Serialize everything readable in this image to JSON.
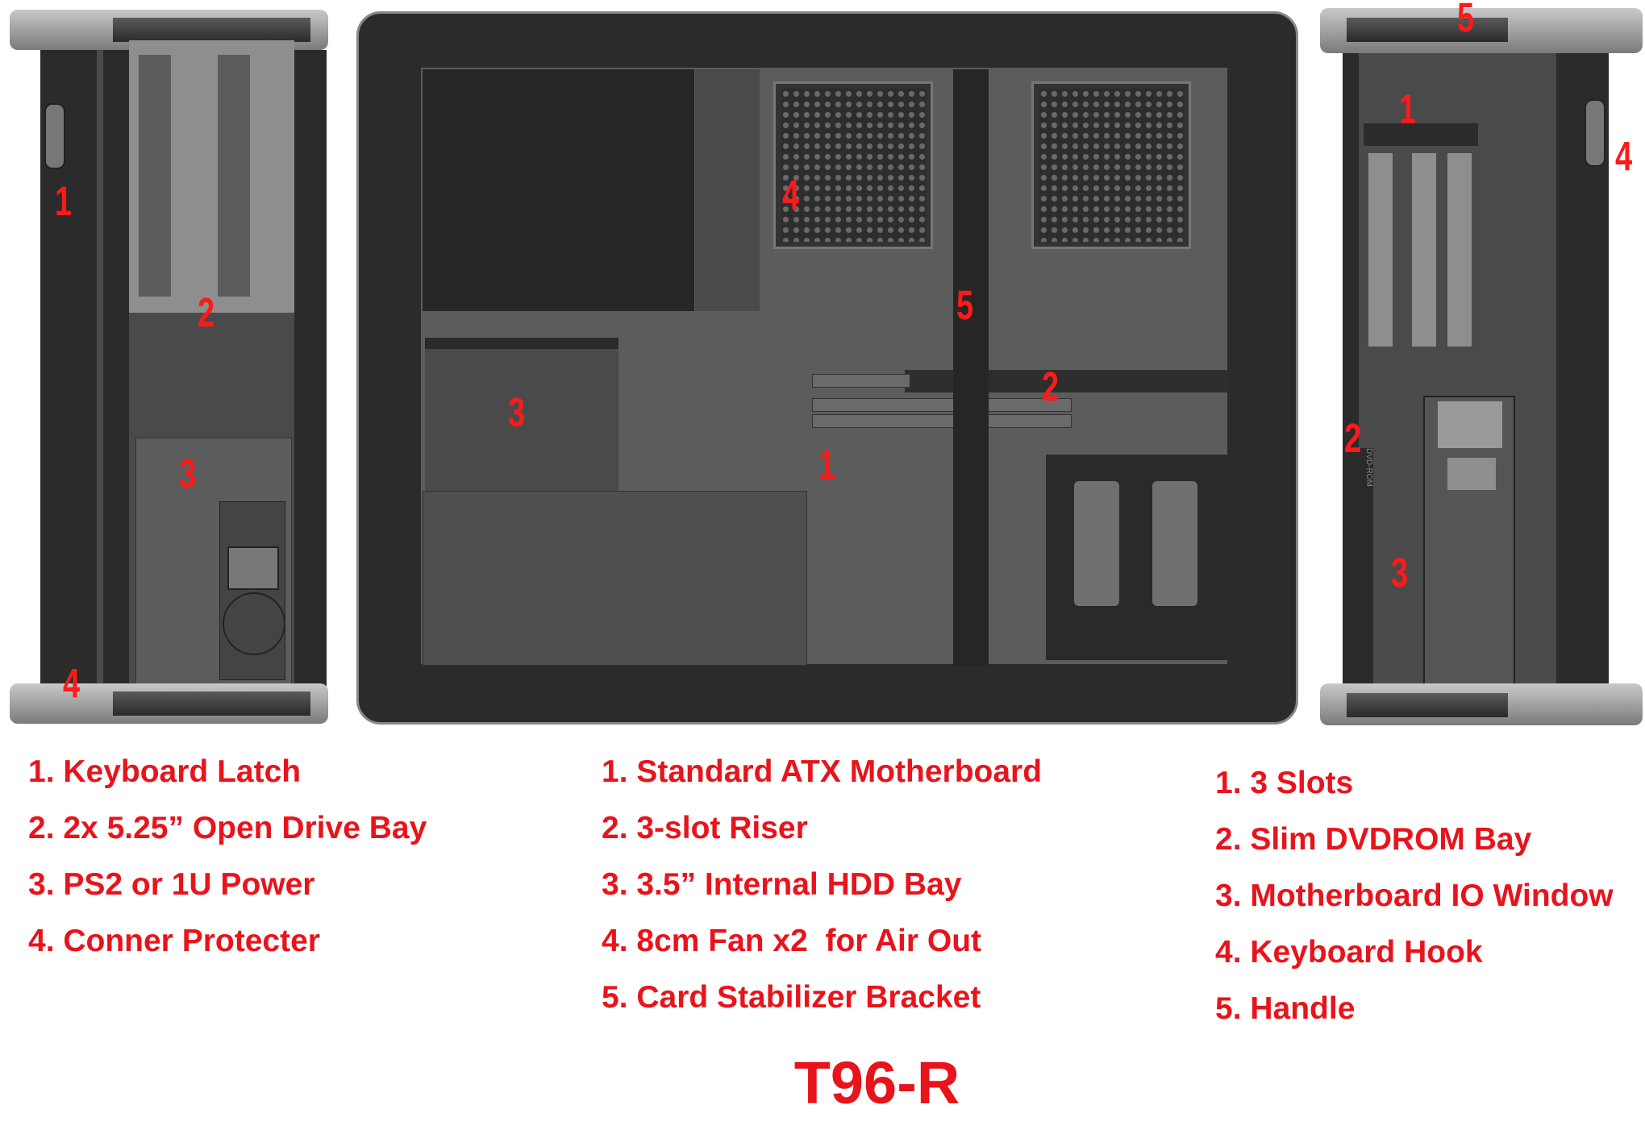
{
  "views": {
    "left": {
      "callouts": [
        "1",
        "2",
        "3",
        "4"
      ]
    },
    "center": {
      "callouts": [
        "4",
        "5",
        "2",
        "3",
        "1"
      ]
    },
    "right": {
      "callouts": [
        "5",
        "1",
        "4",
        "2",
        "3"
      ],
      "dvd_text": "DVD-ROM"
    }
  },
  "legend": {
    "left": [
      "1. Keyboard Latch",
      "2. 2x 5.25” Open Drive Bay",
      "3. PS2 or 1U Power",
      "4. Conner Protecter"
    ],
    "center": [
      "1. Standard ATX Motherboard",
      "2. 3-slot Riser",
      "3. 3.5” Internal HDD Bay",
      "4. 8cm Fan x2  for Air Out",
      "5. Card Stabilizer Bracket"
    ],
    "right": [
      "1. 3 Slots",
      "2. Slim DVDROM Bay",
      "3. Motherboard IO Window",
      "4. Keyboard Hook",
      "5. Handle"
    ]
  },
  "model": "T96-R",
  "colors": {
    "label_red": "#e8141c",
    "chassis_dark": "#2b2b2b",
    "chassis_grey": "#5c5c5c"
  }
}
